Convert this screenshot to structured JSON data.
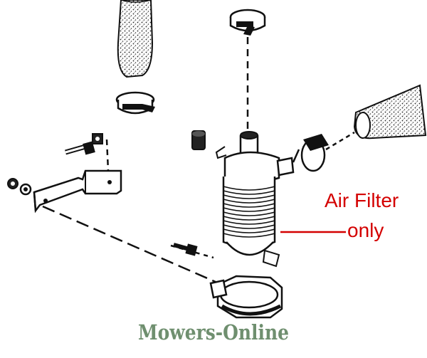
{
  "callout": {
    "line1": "Air Filter",
    "line2": "only",
    "color": "#d40000"
  },
  "watermark": {
    "text": "Mowers-Online",
    "color": "#6f8f6f"
  },
  "parts": {
    "upper_hose": "hose",
    "upper_hose_clamp": "hose-clamp",
    "top_clamp": "hose-clamp",
    "air_filter": "air-filter-canister",
    "side_hose": "hose",
    "side_clamp": "hose-clamp",
    "bracket": "mounting-bracket",
    "bolts": "bolt",
    "nuts": "nut",
    "band_clamp": "band-clamp"
  }
}
